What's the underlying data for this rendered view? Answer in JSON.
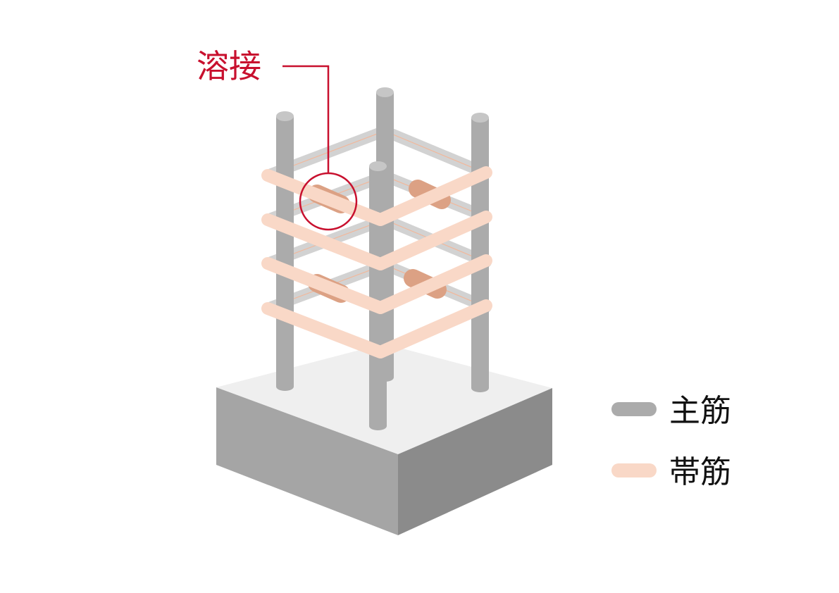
{
  "callout": {
    "label": "溶接",
    "color": "#c8102e"
  },
  "legend": {
    "items": [
      {
        "label": "主筋",
        "color": "#ababab"
      },
      {
        "label": "帯筋",
        "color": "#f9d8c7"
      }
    ]
  },
  "colors": {
    "main_bar": "#ababab",
    "main_bar_top": "#c6c6c6",
    "hoop": "#f9d8c7",
    "hoop_back": "#d2d2d2",
    "weld": "#dca184",
    "base_top": "#efefef",
    "base_left": "#a5a5a5",
    "base_right": "#8b8b8b"
  }
}
